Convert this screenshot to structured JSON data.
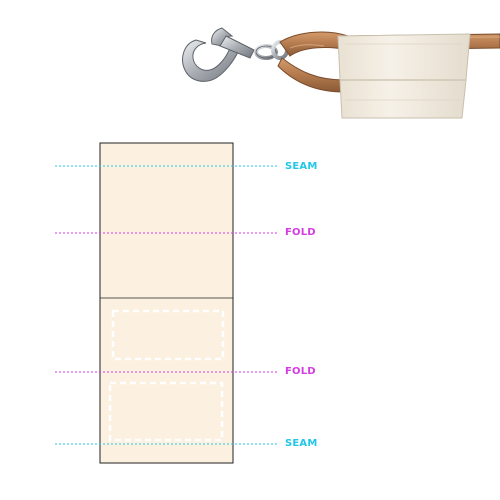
{
  "labels": {
    "seam_top": "SEAM",
    "fold_top": "FOLD",
    "fold_bottom": "FOLD",
    "seam_bottom": "SEAM"
  },
  "colors": {
    "seam": "#22c7e6",
    "fold": "#d43be0",
    "panel_fill": "#fcf1e0",
    "panel_stroke": "#222222",
    "print_area_stroke": "#ffffff",
    "cord": "#b9835a",
    "cord_dark": "#8e5e3b",
    "sleeve": "#f2ece1",
    "metal": "#b8bcc2"
  },
  "icons": {
    "hook": "lobster-clasp-icon"
  }
}
